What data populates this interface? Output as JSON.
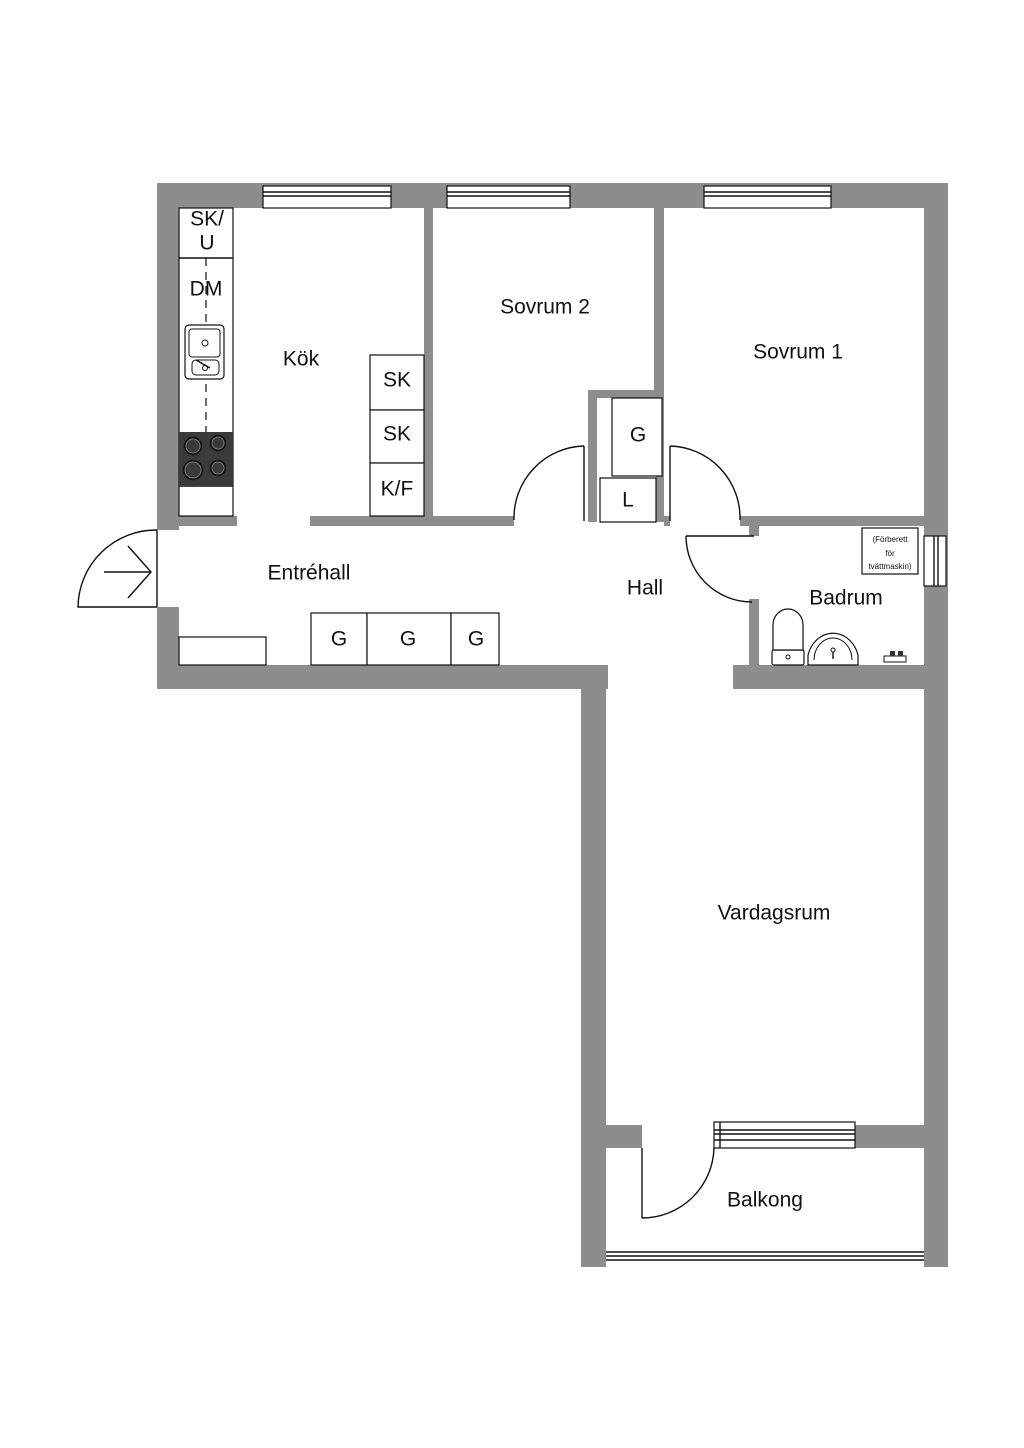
{
  "rooms": {
    "kok": "Kök",
    "sovrum2": "Sovrum 2",
    "sovrum1": "Sovrum 1",
    "entrehall": "Entréhall",
    "hall": "Hall",
    "badrum": "Badrum",
    "vardagsrum": "Vardagsrum",
    "balkong": "Balkong"
  },
  "fixtures": {
    "sk_u_line1": "SK/",
    "sk_u_line2": "U",
    "dm": "DM",
    "sk": "SK",
    "kf": "K/F",
    "g": "G",
    "l": "L",
    "washer_line1": "(Förberett",
    "washer_line2": "för",
    "washer_line3": "tvättmaskin)"
  },
  "colors": {
    "wall": "#8d8d8d",
    "stove": "#3a3a3a",
    "line": "#111111"
  },
  "icons": [
    "entry-arrow-icon",
    "sink-icon",
    "stove-icon",
    "toilet-icon",
    "washbasin-icon",
    "faucet-icon",
    "window-icon",
    "door-swing-icon"
  ]
}
